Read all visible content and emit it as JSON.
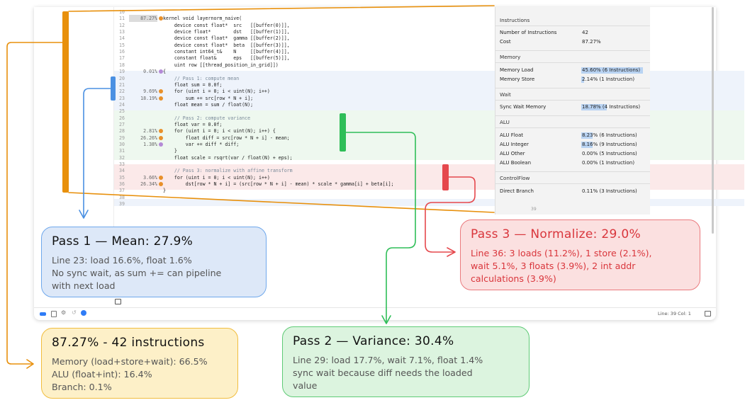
{
  "code": {
    "lines": [
      {
        "n": "10",
        "pct": "",
        "dot": "",
        "code": ""
      },
      {
        "n": "11",
        "pct": "87.27%",
        "dot": "#e8902a",
        "code": "kernel void layernorm_naive("
      },
      {
        "n": "12",
        "pct": "",
        "dot": "",
        "code": "    device const float*  src   [[buffer(0)]],"
      },
      {
        "n": "13",
        "pct": "",
        "dot": "",
        "code": "    device float*        dst   [[buffer(1)]],"
      },
      {
        "n": "14",
        "pct": "",
        "dot": "",
        "code": "    device const float*  gamma [[buffer(2)]],"
      },
      {
        "n": "15",
        "pct": "",
        "dot": "",
        "code": "    device const float*  beta  [[buffer(3)]],"
      },
      {
        "n": "16",
        "pct": "",
        "dot": "",
        "code": "    constant int64_t&    N     [[buffer(4)]],"
      },
      {
        "n": "17",
        "pct": "",
        "dot": "",
        "code": "    constant float&      eps   [[buffer(5)]],"
      },
      {
        "n": "18",
        "pct": "",
        "dot": "",
        "code": "    uint row [[thread_position_in_grid]])"
      },
      {
        "n": "19",
        "pct": "0.01%",
        "dot": "#b48ad6",
        "code": "{"
      },
      {
        "n": "20",
        "pct": "",
        "dot": "",
        "code": "    // Pass 1: compute mean"
      },
      {
        "n": "21",
        "pct": "",
        "dot": "",
        "code": "    float sum = 0.0f;"
      },
      {
        "n": "22",
        "pct": "9.69%",
        "dot": "#e8902a",
        "code": "    for (uint i = 0; i < uint(N); i++)"
      },
      {
        "n": "23",
        "pct": "18.19%",
        "dot": "#e8902a",
        "code": "        sum += src[row * N + i];"
      },
      {
        "n": "24",
        "pct": "",
        "dot": "",
        "code": "    float mean = sum / float(N);"
      },
      {
        "n": "25",
        "pct": "",
        "dot": "",
        "code": ""
      },
      {
        "n": "26",
        "pct": "",
        "dot": "",
        "code": "    // Pass 2: compute variance"
      },
      {
        "n": "27",
        "pct": "",
        "dot": "",
        "code": "    float var = 0.0f;"
      },
      {
        "n": "28",
        "pct": "2.81%",
        "dot": "#e8902a",
        "code": "    for (uint i = 0; i < uint(N); i++) {"
      },
      {
        "n": "29",
        "pct": "26.26%",
        "dot": "#e8902a",
        "code": "        float diff = src[row * N + i] - mean;"
      },
      {
        "n": "30",
        "pct": "1.38%",
        "dot": "#b48ad6",
        "code": "        var += diff * diff;"
      },
      {
        "n": "31",
        "pct": "",
        "dot": "",
        "code": "    }"
      },
      {
        "n": "32",
        "pct": "",
        "dot": "",
        "code": "    float scale = rsqrt(var / float(N) + eps);"
      },
      {
        "n": "33",
        "pct": "",
        "dot": "",
        "code": ""
      },
      {
        "n": "34",
        "pct": "",
        "dot": "",
        "code": "    // Pass 3: normalize with affine transform"
      },
      {
        "n": "35",
        "pct": "3.66%",
        "dot": "#e8902a",
        "code": "    for (uint i = 0; i < uint(N); i++)"
      },
      {
        "n": "36",
        "pct": "26.34%",
        "dot": "#e8902a",
        "code": "        dst[row * N + i] = (src[row * N + i] - mean) * scale * gamma[i] + beta[i];"
      },
      {
        "n": "37",
        "pct": "",
        "dot": "",
        "code": "}"
      },
      {
        "n": "38",
        "pct": "",
        "dot": "",
        "code": ""
      },
      {
        "n": "39",
        "pct": "",
        "dot": "",
        "code": ""
      }
    ]
  },
  "panel": {
    "instructions_header": "Instructions",
    "num_instructions_label": "Number of Instructions",
    "num_instructions_value": "42",
    "cost_label": "Cost",
    "cost_value": "87.27%",
    "memory_header": "Memory",
    "memory_load_label": "Memory Load",
    "memory_load_value": "45.60% (6 Instructions)",
    "memory_store_label": "Memory Store",
    "memory_store_value": "2.14% (1 Instruction)",
    "wait_header": "Wait",
    "sync_wait_label": "Sync Wait Memory",
    "sync_wait_value": "18.78% (4 Instructions)",
    "alu_header": "ALU",
    "alu_float_label": "ALU Float",
    "alu_float_value": "8.23% (6 Instructions)",
    "alu_integer_label": "ALU Integer",
    "alu_integer_value": "8.16% (9 Instructions)",
    "alu_other_label": "ALU Other",
    "alu_other_value": "0.00% (5 Instructions)",
    "alu_boolean_label": "ALU Boolean",
    "alu_boolean_value": "0.00% (1 Instruction)",
    "controlflow_header": "ControlFlow",
    "direct_branch_label": "Direct Branch",
    "direct_branch_value": "0.11% (3 Instructions)",
    "bars": {
      "memory_load": 0.456,
      "sync_wait": 0.1878,
      "alu_float": 0.0823,
      "alu_integer": 0.0816,
      "memory_store": 0.0214
    },
    "ghost_line_number": "39"
  },
  "status": {
    "position": "Line: 39  Col: 1"
  },
  "callouts": {
    "pass1": {
      "title": "Pass 1 — Mean: 27.9%",
      "line1": "Line 23: load 16.6%, float 1.6%",
      "line2": "No sync wait, as sum += can pipeline",
      "line3": "with next load"
    },
    "pass2": {
      "title": "Pass 2 — Variance: 30.4%",
      "line1": "Line 29: load 17.7%, wait 7.1%, float 1.4%",
      "line2": "sync wait because diff needs the loaded",
      "line3": "value"
    },
    "pass3": {
      "title": "Pass 3 — Normalize: 29.0%",
      "line1": "Line 36: 3 loads (11.2%), 1 store (2.1%),",
      "line2": "wait 5.1%, 3 floats (3.9%), 2 int addr",
      "line3": "calculations (3.9%)"
    },
    "summary": {
      "title": "87.27% - 42 instructions",
      "line1": "Memory (load+store+wait): 66.5%",
      "line2": "ALU (float+int): 16.4%",
      "line3": "Branch: 0.1%"
    }
  },
  "colors": {
    "orange": "#e8900c",
    "blue": "#4a90e2",
    "green": "#2fbe58",
    "red": "#e5484d"
  }
}
